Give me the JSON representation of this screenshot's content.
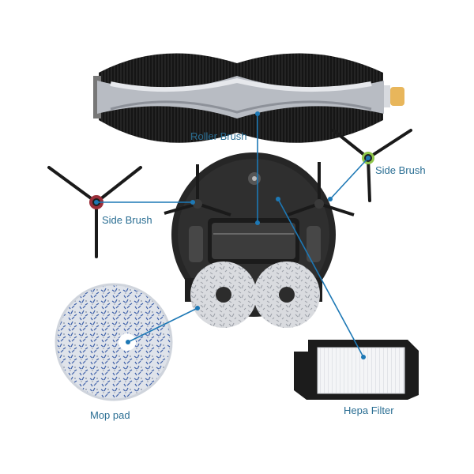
{
  "labels": {
    "roller_brush": "Roller Brush",
    "side_brush_right": "Side Brush",
    "side_brush_left": "Side Brush",
    "mop_pad": "Mop pad",
    "hepa_filter": "Hepa Filter"
  },
  "colors": {
    "callout": "#1d78b5",
    "label": "#2a6e93"
  }
}
